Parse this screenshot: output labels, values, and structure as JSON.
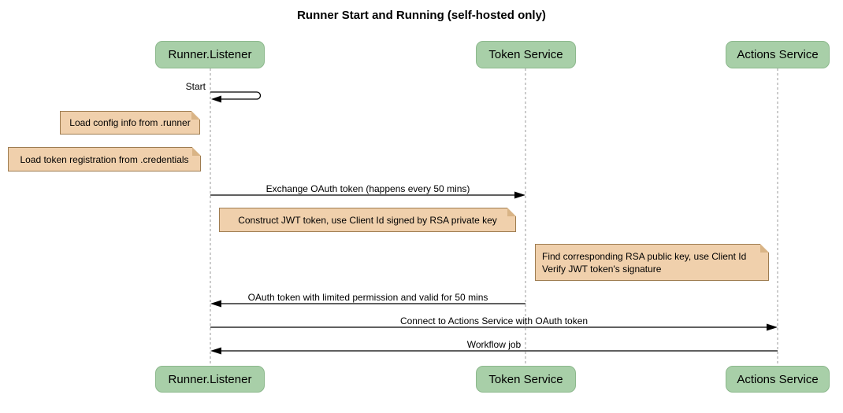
{
  "title": "Runner Start and Running (self-hosted only)",
  "participants": [
    {
      "name": "Runner.Listener"
    },
    {
      "name": "Token Service"
    },
    {
      "name": "Actions Service"
    }
  ],
  "messages": [
    {
      "label": "Start",
      "from": "Runner.Listener",
      "to": "Runner.Listener",
      "kind": "self"
    },
    {
      "label": "Exchange OAuth token (happens every 50 mins)",
      "from": "Runner.Listener",
      "to": "Token Service",
      "kind": "solid-arrow"
    },
    {
      "label": "OAuth token with limited permission and valid for 50 mins",
      "from": "Token Service",
      "to": "Runner.Listener",
      "kind": "solid-arrow"
    },
    {
      "label": "Connect to Actions Service with OAuth token",
      "from": "Runner.Listener",
      "to": "Actions Service",
      "kind": "solid-arrow"
    },
    {
      "label": "Workflow job",
      "from": "Actions Service",
      "to": "Runner.Listener",
      "kind": "solid-arrow"
    }
  ],
  "notes": [
    {
      "text": "Load config info from .runner",
      "position": "left of Runner.Listener"
    },
    {
      "text": "Load token registration from .credentials",
      "position": "left of Runner.Listener"
    },
    {
      "text": "Construct JWT token, use Client Id signed by RSA private key",
      "position": "over Runner.Listener to Token Service"
    },
    {
      "text": "Find corresponding RSA public key, use Client Id\nVerify JWT token's signature",
      "position": "left of Actions Service"
    }
  ],
  "colors": {
    "participant_fill": "#A8CFA8",
    "participant_border": "#8CB88C",
    "note_fill": "#F0D0AC",
    "note_border": "#9E7C50",
    "lifeline": "#999999",
    "arrow": "#000000",
    "background": "#FFFFFF"
  }
}
